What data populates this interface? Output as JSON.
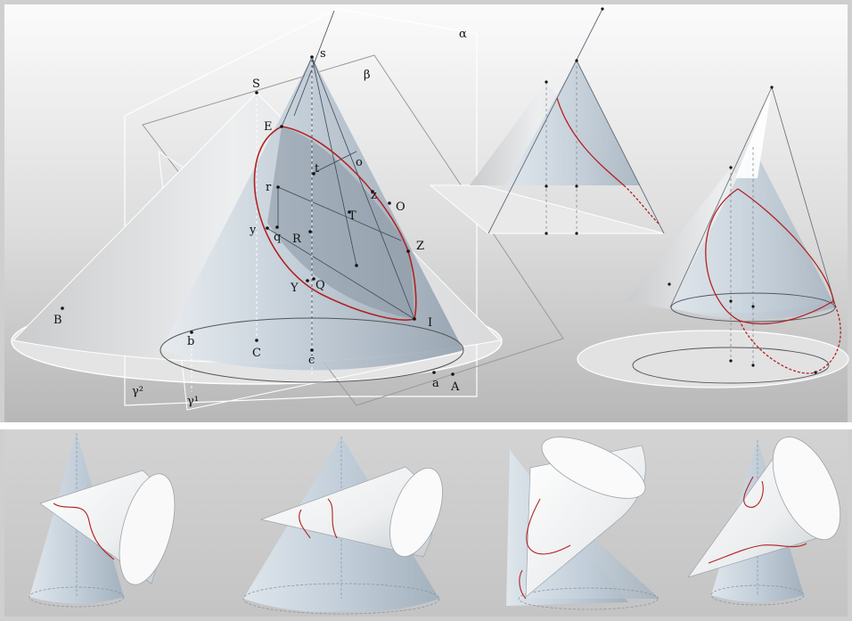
{
  "colors": {
    "top_bg_light": "#f8f8f8",
    "top_bg_dark": "#b9b9b9",
    "bottom_bg": "#c9c9c9",
    "cone_light": "#eef0f2",
    "cone_shade": "#a8b2bc",
    "intersection_curve": "#b22222",
    "plane_line": "#ffffff",
    "label": "#111111"
  },
  "labels": {
    "alpha": "α",
    "beta": "β",
    "s": "s",
    "S": "S",
    "E": "E",
    "t": "t",
    "o": "o",
    "r": "r",
    "z": "z",
    "O": "O",
    "y": "y",
    "q": "q",
    "T": "T",
    "R": "R",
    "Z": "Z",
    "Y": "Y",
    "Q": "Q",
    "I": "I",
    "B": "B",
    "b": "b",
    "C": "C",
    "c": "c",
    "a": "a",
    "A": "A",
    "gamma2": "γ²",
    "gamma1": "γ¹"
  }
}
